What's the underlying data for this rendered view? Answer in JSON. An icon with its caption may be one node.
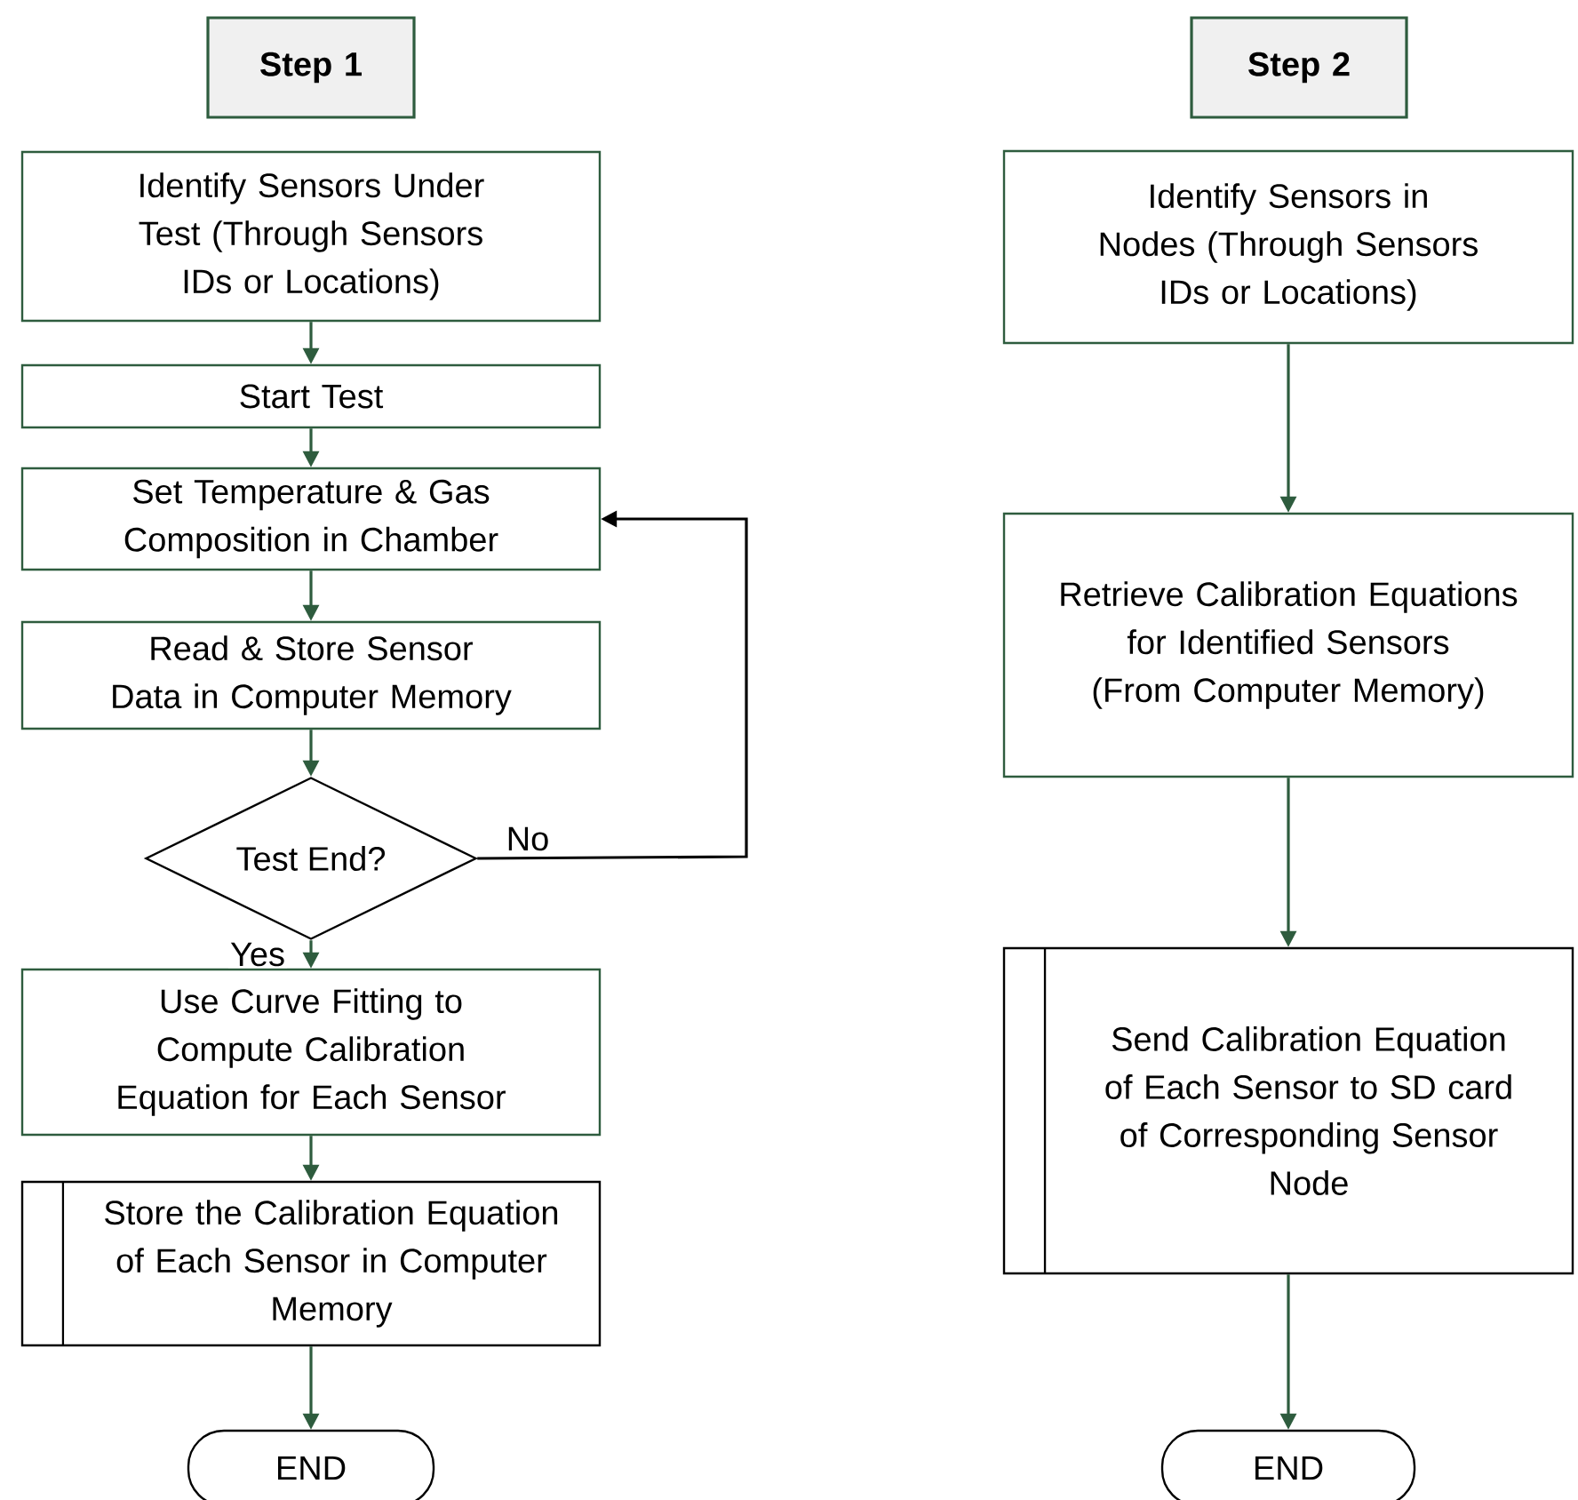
{
  "diagram": {
    "nodes": [
      {
        "text": [
          "Step 1"
        ]
      },
      {
        "text": [
          "Identify Sensors Under Test (Through Sensors IDs or Locations)"
        ]
      },
      {
        "text": [
          "Start Test"
        ]
      },
      {
        "text": [
          "Set Temperature & Gas Composition in Chamber"
        ]
      },
      {
        "text": [
          "Read & Store Sensor Data in Computer Memory"
        ]
      },
      {
        "text": [
          "Test End?"
        ]
      },
      {
        "text": [
          "Use Curve Fitting to Compute Calibration Equation for Each Sensor"
        ]
      },
      {
        "text": [
          "Store the Calibration Equation of Each Sensor in Computer Memory"
        ]
      },
      {
        "text": [
          "END"
        ]
      },
      {
        "text": [
          "Step 2"
        ]
      },
      {
        "text": [
          "Identify Sensors in Nodes (Through Sensors IDs or Locations)"
        ]
      },
      {
        "text": [
          "Retrieve Calibration Equations for Identified Sensors (From Computer Memory)"
        ]
      },
      {
        "text": [
          "Send Calibration Equation of Each Sensor to SD card of Corresponding Sensor Node"
        ]
      },
      {
        "text": [
          "END"
        ]
      }
    ],
    "edges": [
      {
        "from": 1,
        "to": 2,
        "arrow": "to"
      },
      {
        "from": 2,
        "to": 3,
        "arrow": "to"
      },
      {
        "from": 3,
        "to": 4,
        "arrow": "to"
      },
      {
        "from": 4,
        "to": 5,
        "arrow": "to"
      },
      {
        "from": 5,
        "to": 6,
        "label": "Yes",
        "arrow": "to"
      },
      {
        "from": 5,
        "to": 3,
        "label": "No",
        "arrow": "to",
        "color": "#000000"
      },
      {
        "from": 6,
        "to": 7,
        "arrow": "to"
      },
      {
        "from": 7,
        "to": 8,
        "arrow": "to"
      },
      {
        "from": 10,
        "to": 11,
        "arrow": "to"
      },
      {
        "from": 11,
        "to": 12,
        "arrow": "to"
      },
      {
        "from": 12,
        "to": 13,
        "arrow": "to"
      }
    ]
  }
}
